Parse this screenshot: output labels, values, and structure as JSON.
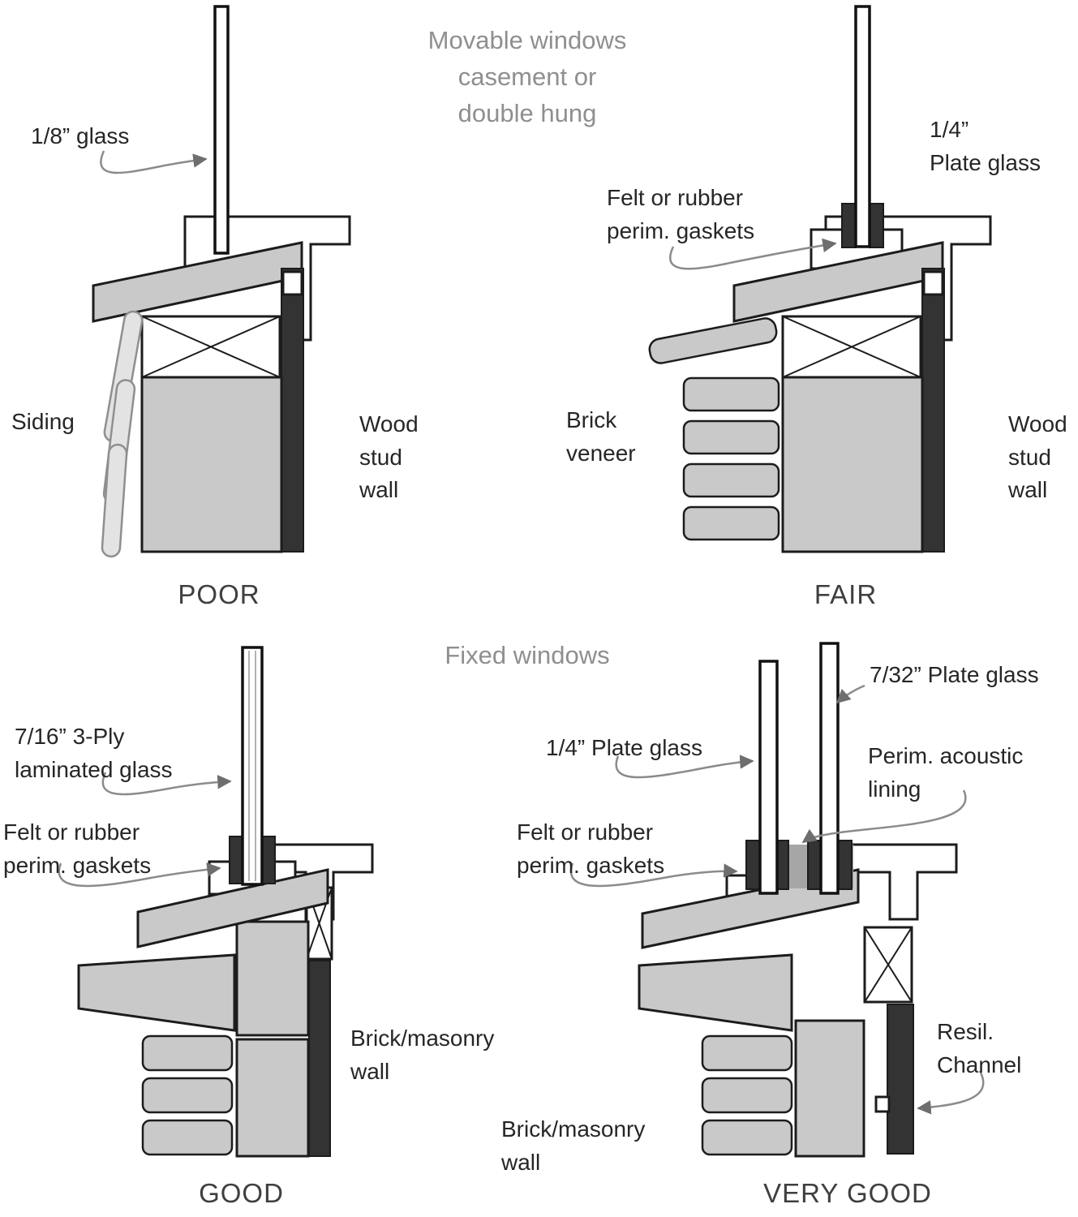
{
  "titles": {
    "movable": "Movable windows\ncasement or\ndouble hung",
    "fixed": "Fixed windows"
  },
  "panels": {
    "poor": {
      "caption": "POOR",
      "labels": {
        "glass": "1/8” glass",
        "siding": "Siding",
        "wall": "Wood\nstud\nwall"
      }
    },
    "fair": {
      "caption": "FAIR",
      "labels": {
        "glass": "1/4”\nPlate glass",
        "gaskets": "Felt or rubber\nperim. gaskets",
        "brick": "Brick\nveneer",
        "wall": "Wood\nstud\nwall"
      }
    },
    "good": {
      "caption": "GOOD",
      "labels": {
        "glass": "7/16” 3-Ply\nlaminated glass",
        "gaskets": "Felt or rubber\nperim. gaskets",
        "wall": "Brick/masonry\nwall"
      }
    },
    "very_good": {
      "caption": "VERY GOOD",
      "labels": {
        "glass_outer": "7/32” Plate glass",
        "glass_inner": "1/4” Plate glass",
        "lining": "Perim. acoustic\nlining",
        "gaskets": "Felt or rubber\nperim. gaskets",
        "channel": "Resil.\nChannel",
        "wall": "Brick/masonry\nwall"
      }
    }
  },
  "colors": {
    "member_fill": "#c9c9c9",
    "dark_fill": "#333333",
    "outline": "#1c1c1c",
    "title_gray": "#8f8f8f",
    "label_color": "#262626",
    "arrow_gray": "#8b8b8b"
  }
}
